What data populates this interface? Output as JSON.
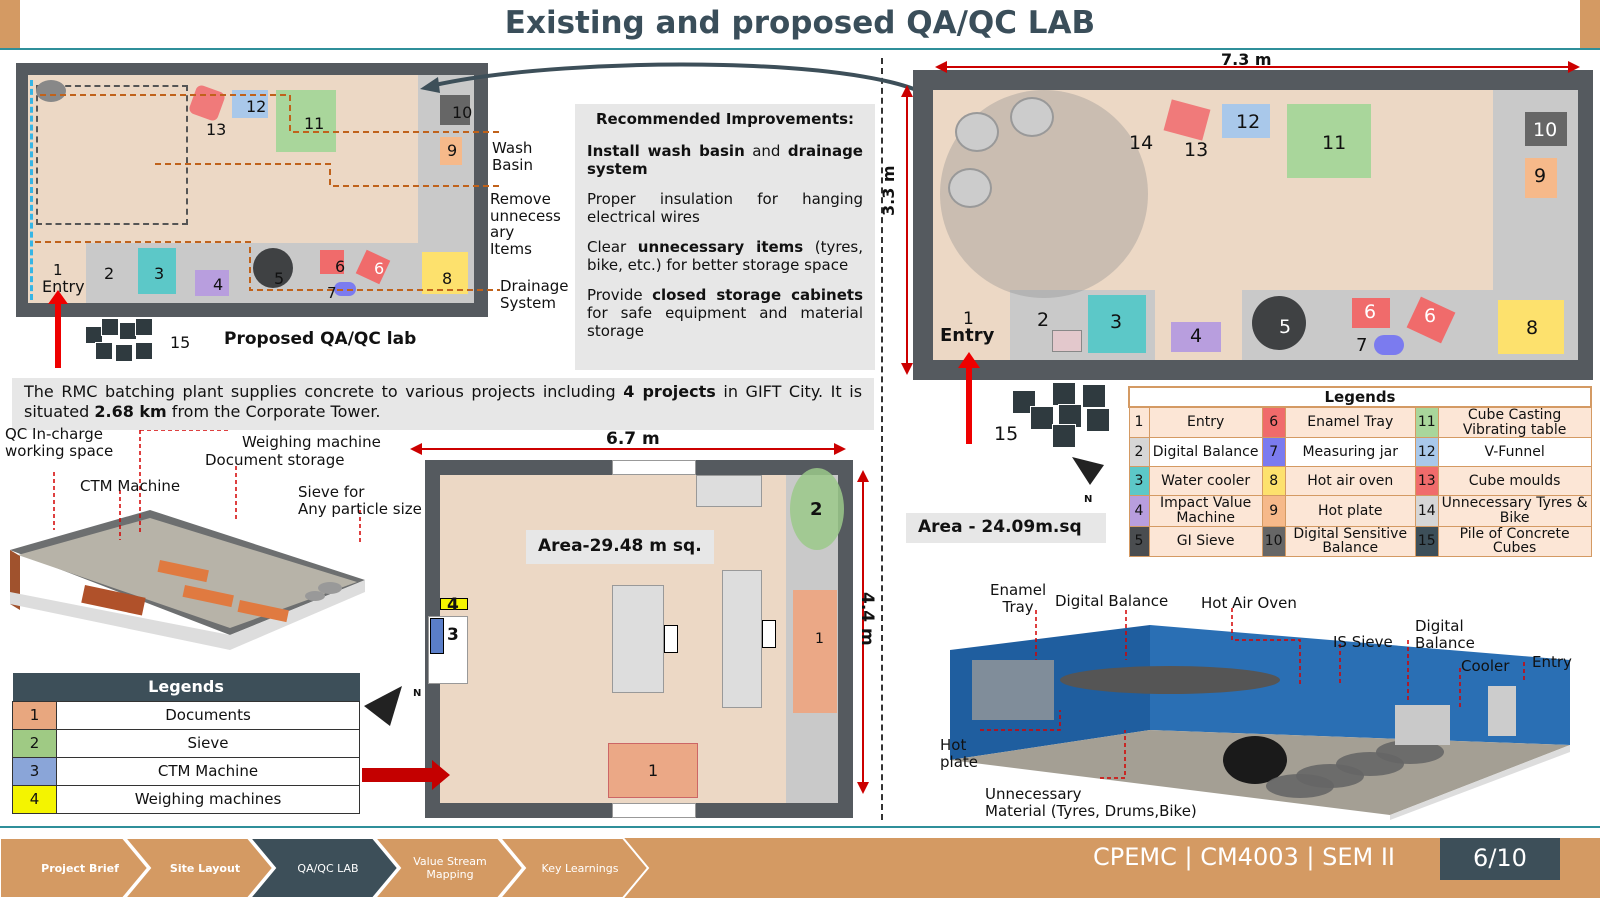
{
  "title": "Existing and proposed QA/QC LAB",
  "colors": {
    "accent": "#d49a63",
    "dark": "#3d4f59",
    "teal": "#2f8f9a",
    "arrow": "#d40000"
  },
  "proposed": {
    "caption": "Proposed QA/QC lab",
    "items": [
      "1",
      "2",
      "3",
      "4",
      "5",
      "6",
      "6",
      "7",
      "8",
      "9",
      "10",
      "11",
      "12",
      "13",
      "15"
    ],
    "entry": "Entry",
    "wash": "Wash\nBasin",
    "remove": "Remove\nunnecess\nary\nItems",
    "drainage": "Drainage\nSystem"
  },
  "improvements": {
    "heading": "Recommended Improvements:",
    "p1a": "Install wash basin",
    "p1b": " and ",
    "p1c": "drainage system",
    "p2": "Proper insulation for hanging electrical wires",
    "p3a": "Clear ",
    "p3b": "unnecessary items",
    "p3c": " (tyres, bike, etc.) for better storage space",
    "p4a": "Provide ",
    "p4b": "closed storage cabinets",
    "p4c": " for safe equipment and material storage"
  },
  "info": {
    "t1": "The RMC batching plant supplies concrete to various projects including ",
    "t2": "4 projects",
    "t3": "  in GIFT City. It is situated ",
    "t4": "2.68 km",
    "t5": " from the Corporate Tower."
  },
  "existing": {
    "width": "7.3 m",
    "height": "3.3 m",
    "area": "Area - 24.09m.sq",
    "items": [
      "1",
      "2",
      "3",
      "4",
      "5",
      "6",
      "6",
      "7",
      "8",
      "9",
      "10",
      "11",
      "12",
      "13",
      "14",
      "15"
    ],
    "entry": "Entry",
    "north": "N"
  },
  "legends_existing": {
    "title": "Legends",
    "rows": [
      [
        [
          "1",
          "Entry"
        ],
        [
          "6",
          "Enamel Tray"
        ],
        [
          "11",
          "Cube Casting Vibrating table"
        ]
      ],
      [
        [
          "2",
          "Digital Balance"
        ],
        [
          "7",
          "Measuring jar"
        ],
        [
          "12",
          "V-Funnel"
        ]
      ],
      [
        [
          "3",
          "Water cooler"
        ],
        [
          "8",
          "Hot air oven"
        ],
        [
          "13",
          "Cube moulds"
        ]
      ],
      [
        [
          "4",
          "Impact Value Machine"
        ],
        [
          "9",
          "Hot plate"
        ],
        [
          "14",
          "Unnecessary Tyres & Bike"
        ]
      ],
      [
        [
          "5",
          "GI Sieve"
        ],
        [
          "10",
          "Digital Sensitive Balance"
        ],
        [
          "15",
          "Pile of Concrete Cubes"
        ]
      ]
    ]
  },
  "iso_left": {
    "qc": "QC In-charge\nworking space",
    "wm": "Weighing machine",
    "doc": "Document storage",
    "ctm": "CTM Machine",
    "sieve": "Sieve for\nAny particle size"
  },
  "plan2": {
    "width": "6.7 m",
    "height": "4.4 m",
    "area": "Area-29.48 m sq.",
    "north": "N",
    "n1": "1",
    "n1b": "1",
    "n2": "2",
    "n3": "3",
    "n4": "4"
  },
  "legends_left": {
    "title": "Legends",
    "rows": [
      [
        "1",
        "Documents",
        "#e8a77f"
      ],
      [
        "2",
        "Sieve",
        "#9fca84"
      ],
      [
        "3",
        "CTM Machine",
        "#8aa5d8"
      ],
      [
        "4",
        "Weighing machines",
        "#f4f400"
      ]
    ]
  },
  "iso_right": {
    "enamel": "Enamel\nTray",
    "dbal": "Digital Balance",
    "oven": "Hot Air Oven",
    "is": "IS Sieve",
    "dbal2": "Digital\nBalance",
    "cooler": "Cooler",
    "entry": "Entry",
    "hot": "Hot\nplate",
    "unnec": "Unnecessary\nMaterial (Tyres, Drums,Bike)"
  },
  "footer": {
    "nav": [
      "Project Brief",
      "Site Layout",
      "QA/QC LAB",
      "Value Stream Mapping",
      "Key Learnings"
    ],
    "course": "CPEMC | CM4003 | SEM II",
    "page": "6/10"
  }
}
